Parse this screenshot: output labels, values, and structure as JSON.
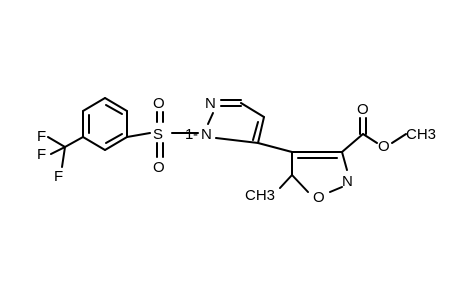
{
  "molecule": {
    "atom_labels": {
      "F_top": "F",
      "F_mid": "F",
      "F_bot": "F",
      "S": "S",
      "O_sulfonyl_top": "O",
      "O_sulfonyl_bot": "O",
      "N1_pyrazole": "N",
      "N2_pyrazole": "N",
      "N_isoxazole": "N",
      "O_isoxazole": "O",
      "O_carbonyl": "O",
      "O_ester": "O",
      "methyl_ester": "CH3",
      "methyl_ring": "CH3",
      "locant_1": "1",
      "locant_dash": "-"
    },
    "colors": {
      "bond": "#000000",
      "label": "#000000",
      "background": "#ffffff"
    }
  }
}
